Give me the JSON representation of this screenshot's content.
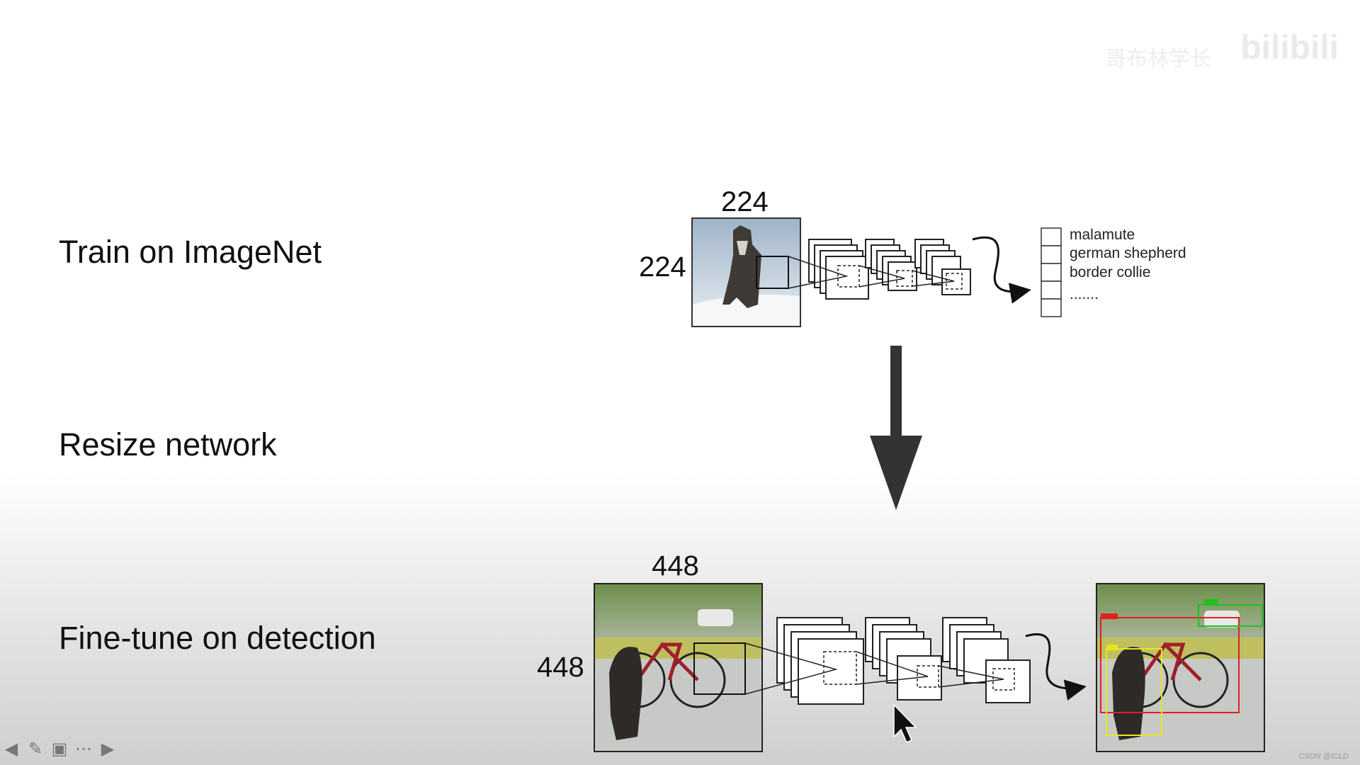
{
  "labels": {
    "train": "Train on ImageNet",
    "resize": "Resize network",
    "finetune": "Fine-tune on detection"
  },
  "top": {
    "width": "224",
    "height": "224",
    "classes": [
      "malamute",
      "german shepherd",
      "border collie",
      "......."
    ]
  },
  "bottom": {
    "width": "448",
    "height": "448"
  },
  "watermark": {
    "logo": "bilibili",
    "text": "哥布林学长"
  },
  "footer": {
    "credit": "CSDN @ICLD"
  },
  "controls": [
    "prev-arrow-icon",
    "pen-icon",
    "slide-menu-icon",
    "more-icon",
    "next-arrow-icon"
  ]
}
